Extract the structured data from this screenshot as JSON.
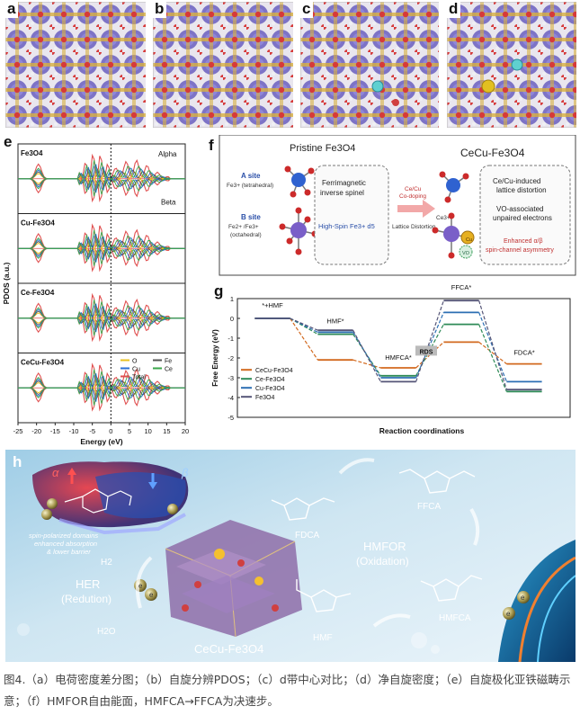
{
  "panels": {
    "a": {
      "label": "a"
    },
    "b": {
      "label": "b"
    },
    "c": {
      "label": "c"
    },
    "d": {
      "label": "d"
    }
  },
  "pdos": {
    "label": "e",
    "ylabel": "PDOS (a.u.)",
    "xlabel": "Energy (eV)",
    "xticks": [
      "-25",
      "-20",
      "-15",
      "-10",
      "-5",
      "0",
      "5",
      "10",
      "15",
      "20"
    ],
    "alpha": "Alpha",
    "beta": "Beta",
    "subpanels": [
      "Fe3O4",
      "Cu-Fe3O4",
      "Ce-Fe3O4",
      "CeCu-Fe3O4"
    ],
    "legend": [
      {
        "name": "O",
        "color": "#e8c020"
      },
      {
        "name": "Fe",
        "color": "#555555"
      },
      {
        "name": "Cu",
        "color": "#2a6fd6"
      },
      {
        "name": "Ce",
        "color": "#3aa64a"
      },
      {
        "name": "Total",
        "color": "#e05050"
      }
    ]
  },
  "schematic": {
    "label": "f",
    "left_title": "Pristine Fe3O4",
    "right_title": "CeCu-Fe3O4",
    "a_site": "A site",
    "a_site_sub": "Fe3+ (tetrahedral)",
    "b_site": "B site",
    "b_site_sub1": "Fe2+ /Fe3+",
    "b_site_sub2": "(octahedral)",
    "box1_line1": "Ferrimagnetic",
    "box1_line2": "inverse spinel",
    "box1_line3": "High-Spin Fe3+ d5",
    "arrow_line1": "Ce/Cu",
    "arrow_line2": "Co-doping",
    "arrow_line3": "Lattice Distortion",
    "box2_line1": "Ce/Cu-induced",
    "box2_line2": "lattice distortion",
    "box2_line3": "VO-associated",
    "box2_line4": "unpaired electrons",
    "box2_line5": "Enhanced α/β",
    "box2_line6": "spin-channel asymmetry",
    "ce_label": "Ce3+",
    "cu_label": "Cu",
    "vo_label": "VO"
  },
  "energy": {
    "label": "g",
    "ylabel": "Free Energy (eV)",
    "xlabel": "Reaction coordinations",
    "yticks": [
      "1",
      "0",
      "-1",
      "-2",
      "-3",
      "-4",
      "-5"
    ],
    "states": [
      "*+HMF",
      "HMF*",
      "HMFCA*",
      "RDS",
      "FFCA*",
      "FDCA*"
    ],
    "legend": [
      "CeCu-Fe3O4",
      "Ce-Fe3O4",
      "Cu-Fe3O4",
      "Fe3O4"
    ]
  },
  "chart_data": {
    "type": "line",
    "title": "",
    "xlabel": "Reaction coordinations",
    "ylabel": "Free Energy (eV)",
    "ylim": [
      -5,
      1
    ],
    "categories": [
      "*+HMF",
      "HMF*",
      "HMFCA*",
      "FFCA*",
      "FDCA*"
    ],
    "series": [
      {
        "name": "CeCu-Fe3O4",
        "color": "#d2691e",
        "values": [
          0.0,
          -2.1,
          -2.5,
          -1.2,
          -2.3
        ]
      },
      {
        "name": "Ce-Fe3O4",
        "color": "#2e8b57",
        "values": [
          0.0,
          -0.8,
          -2.9,
          -0.3,
          -3.7
        ]
      },
      {
        "name": "Cu-Fe3O4",
        "color": "#2c6fb3",
        "values": [
          0.0,
          -0.7,
          -3.0,
          0.3,
          -3.2
        ]
      },
      {
        "name": "Fe3O4",
        "color": "#555577",
        "values": [
          0.0,
          -0.6,
          -3.2,
          0.9,
          -3.6
        ]
      }
    ]
  },
  "illustration": {
    "label": "h",
    "alpha": "α",
    "beta": "β",
    "spin_note1": "spin-polarized domains",
    "spin_note2": "enhanced absorption",
    "spin_note3": "& lower barrier",
    "h2": "H2",
    "her1": "HER",
    "her2": "(Redution)",
    "h2o": "H2O",
    "catalyst": "CeCu-Fe3O4",
    "fdca": "FDCA",
    "ffca": "FFCA",
    "hmfor1": "HMFOR",
    "hmfor2": "(Oxidation)",
    "hmf": "HMF",
    "hmfca": "HMFCA",
    "electron": "e"
  },
  "caption": "图4.（a）电荷密度差分图；（b）自旋分辨PDOS；（c）d带中心对比；（d）净自旋密度；（e）自旋极化亚铁磁畴示意；（f）HMFOR自由能面，HMFCA→FFCA为决速步。"
}
